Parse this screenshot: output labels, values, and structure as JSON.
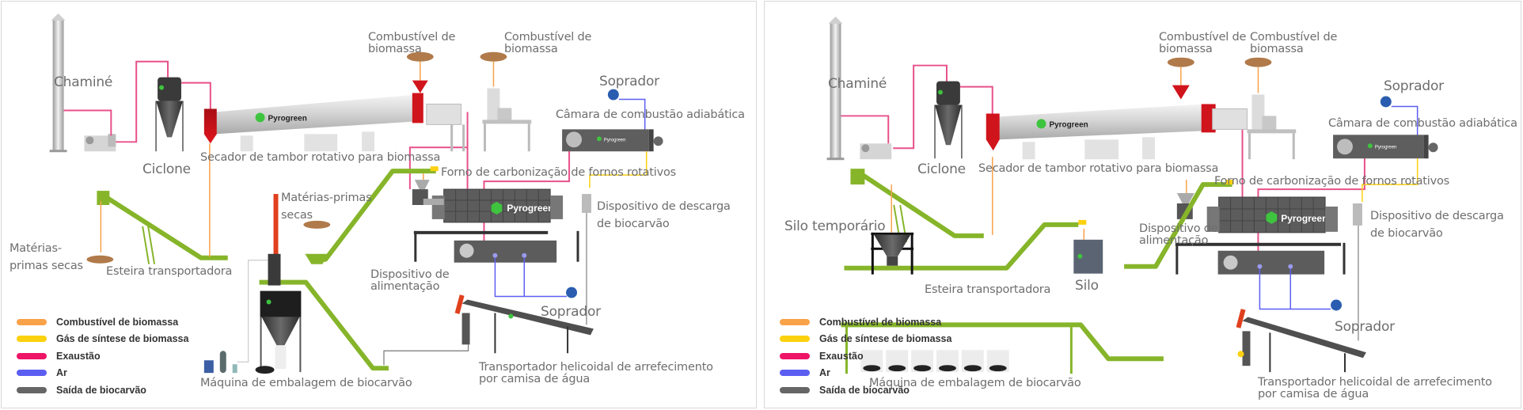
{
  "legend": [
    {
      "label": "Combustível de biomassa",
      "color": "#f9a24a"
    },
    {
      "label": "Gás de síntese de biomassa",
      "color": "#fcd10e"
    },
    {
      "label": "Exaustão",
      "color": "#ee1466"
    },
    {
      "label": "Ar",
      "color": "#5c5ef2"
    },
    {
      "label": "Saída de biocarvão",
      "color": "#666666"
    }
  ],
  "colors": {
    "conveyor_green": "#86b52a",
    "kiln_dark": "#5a5a5a",
    "drum_silver": "#d8d8d8",
    "dryer_red": "#d0141c",
    "blower_blue": "#2a5db0",
    "brand_green": "#3ec43e"
  },
  "brand": "Pyrogreen",
  "left": {
    "chimney": "Chaminé",
    "cyclone": "Ciclone",
    "dryer": "Secador de tambor rotativo para biomassa",
    "fuel1": "Combustível de biomassa",
    "fuel2": "Combustível de biomassa",
    "blower_top": "Soprador",
    "combustion_chamber": "Câmara de combustão adiabática",
    "kiln": "Forno de carbonização de fornos rotativos",
    "dry_raw_top": "Matérias-primas secas",
    "discharge": "Dispositivo de descarga de biocarvão",
    "dry_raw_left": "Matérias-primas secas",
    "conveyor": "Esteira transportadora",
    "feeder": "Dispositivo de alimentação",
    "blower_bottom": "Soprador",
    "packaging": "Máquina de embalagem de biocarvão",
    "screw_cooler": "Transportador helicoidal de arrefecimento por camisa de água"
  },
  "right": {
    "chimney": "Chaminé",
    "cyclone": "Ciclone",
    "dryer": "Secador de tambor rotativo para biomassa",
    "fuel1": "Combustível de biomassa",
    "fuel2": "Combustível de biomassa",
    "blower_top": "Soprador",
    "combustion_chamber": "Câmara de combustão adiabática",
    "kiln": "Forno de carbonização de fornos rotativos",
    "temp_silo": "Silo temporário",
    "discharge": "Dispositivo de descarga de biocarvão",
    "feeder": "Dispositivo de alimentação",
    "conveyor": "Esteira transportadora",
    "silo": "Silo",
    "blower_bottom": "Soprador",
    "packaging": "Máquina de embalagem de biocarvão",
    "screw_cooler": "Transportador helicoidal de arrefecimento por camisa de água"
  }
}
